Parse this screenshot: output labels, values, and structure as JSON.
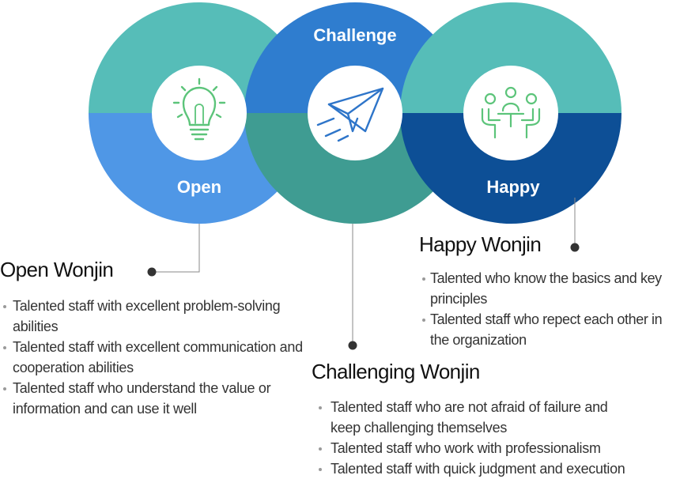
{
  "colors": {
    "teal": "#56bdb8",
    "light_blue": "#4f97e6",
    "blue": "#2f7dcf",
    "dark_teal": "#3f9c92",
    "navy": "#0d4f96",
    "connector": "#8a8a8a",
    "dot": "#333333",
    "icon_green": "#5cc47a",
    "icon_blue": "#2e75c9"
  },
  "circles": {
    "open": {
      "label": "Open",
      "icon": "lightbulb-icon"
    },
    "challenge": {
      "label": "Challenge",
      "icon": "paper-plane-icon"
    },
    "happy": {
      "label": "Happy",
      "icon": "people-meeting-icon"
    }
  },
  "open_wonjin": {
    "title": "Open Wonjin",
    "items": [
      "Talented staff with excellent problem-solving abilities",
      "Talented staff with excellent communication and cooperation abilities",
      "Talented staff who understand the value or information and can use it well"
    ]
  },
  "challenging_wonjin": {
    "title": "Challenging Wonjin",
    "items": [
      "Talented staff who are not afraid of failure and keep challenging themselves",
      "Talented staff who work with professionalism",
      "Talented staff with quick judgment and execution"
    ]
  },
  "happy_wonjin": {
    "title": "Happy Wonjin",
    "items": [
      "Talented who know the basics and key principles",
      "Talented staff who repect each other in the organization"
    ]
  }
}
